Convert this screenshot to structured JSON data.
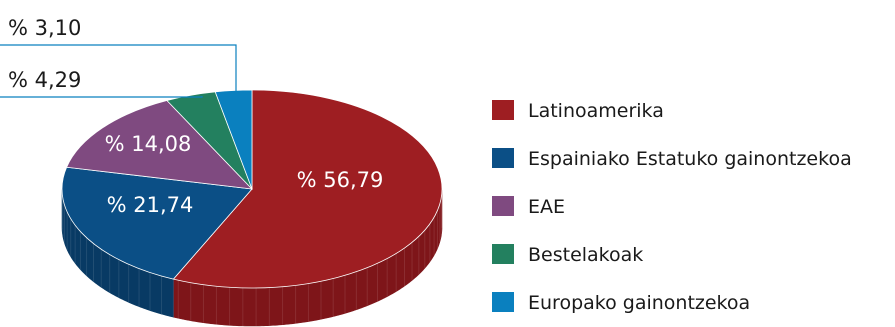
{
  "chart_data": {
    "type": "pie",
    "style": "3d",
    "title": "",
    "legend_position": "right",
    "slices": [
      {
        "name": "Latinoamerika",
        "value": 56.79,
        "label": "% 56,79",
        "color": "#9e1e22",
        "side_color": "#7e1519"
      },
      {
        "name": "Espainiako Estatuko gainontzekoa",
        "value": 21.74,
        "label": "% 21,74",
        "color": "#0b4f86",
        "side_color": "#083a64"
      },
      {
        "name": "EAE",
        "value": 14.08,
        "label": "% 14,08",
        "color": "#7f4a80",
        "side_color": "#5e355f"
      },
      {
        "name": "Bestelakoak",
        "value": 4.29,
        "label": "% 4,29",
        "color": "#23805f",
        "side_color": "#175d44"
      },
      {
        "name": "Europako gainontzekoa",
        "value": 3.1,
        "label": "% 3,10",
        "color": "#0a80bf",
        "side_color": "#075e8c"
      }
    ],
    "leader_line_color": "#0a80bf"
  }
}
